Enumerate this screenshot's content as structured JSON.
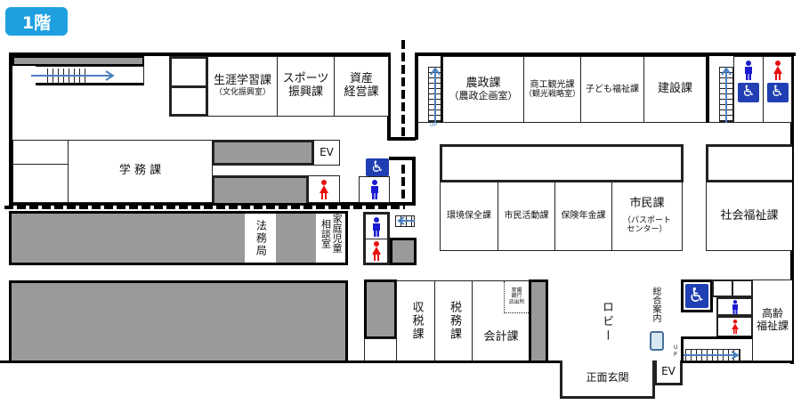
{
  "floor_label": "1階",
  "colors": {
    "badge": "#1ea0e0",
    "male": "#1a1ad0",
    "female": "#e81010",
    "accessible": "#1f3fb3",
    "arrow": "#4a7fc0",
    "gray_area": "#9a9a9a"
  },
  "rooms": {
    "shogai": {
      "name": "生涯学習課",
      "sub": "（文化振興室）"
    },
    "sports": {
      "line1": "スポーツ",
      "line2": "振興課"
    },
    "shisan": {
      "line1": "資産",
      "line2": "経営課"
    },
    "gakumu": "学 務 課",
    "ev_north": "EV",
    "homu": "法務局",
    "katei": {
      "col1": "家庭児童",
      "col2": "相談室"
    },
    "nosei": {
      "name": "農政課",
      "sub": "（農政企画室）"
    },
    "shoko": {
      "name": "商工観光課",
      "sub": "（観光戦略室）"
    },
    "kodomo": "子ども福祉課",
    "kensetsu": "建設課",
    "kankyo": "環境保全課",
    "shimin_katsudo": "市民活動課",
    "hoken": "保険年金課",
    "shimin": {
      "name": "市民課",
      "sub1": "（パスポート",
      "sub2": "センター）"
    },
    "shakai": "社会福祉課",
    "shuzei": "収税課",
    "zeimu": "税務課",
    "kaikei": "会計課",
    "bank": {
      "l1": "常陽",
      "l2": "銀行",
      "l3": "派出所"
    },
    "lobby": "ロビー",
    "info": "総合案内",
    "entrance": "正面玄関",
    "ev_south": "EV",
    "korei": {
      "line1": "高齢",
      "line2": "福祉課"
    }
  },
  "stairs": {
    "up_label_1": "UP",
    "up_label_2": "U P"
  },
  "icons": {
    "accessible": "♿"
  }
}
